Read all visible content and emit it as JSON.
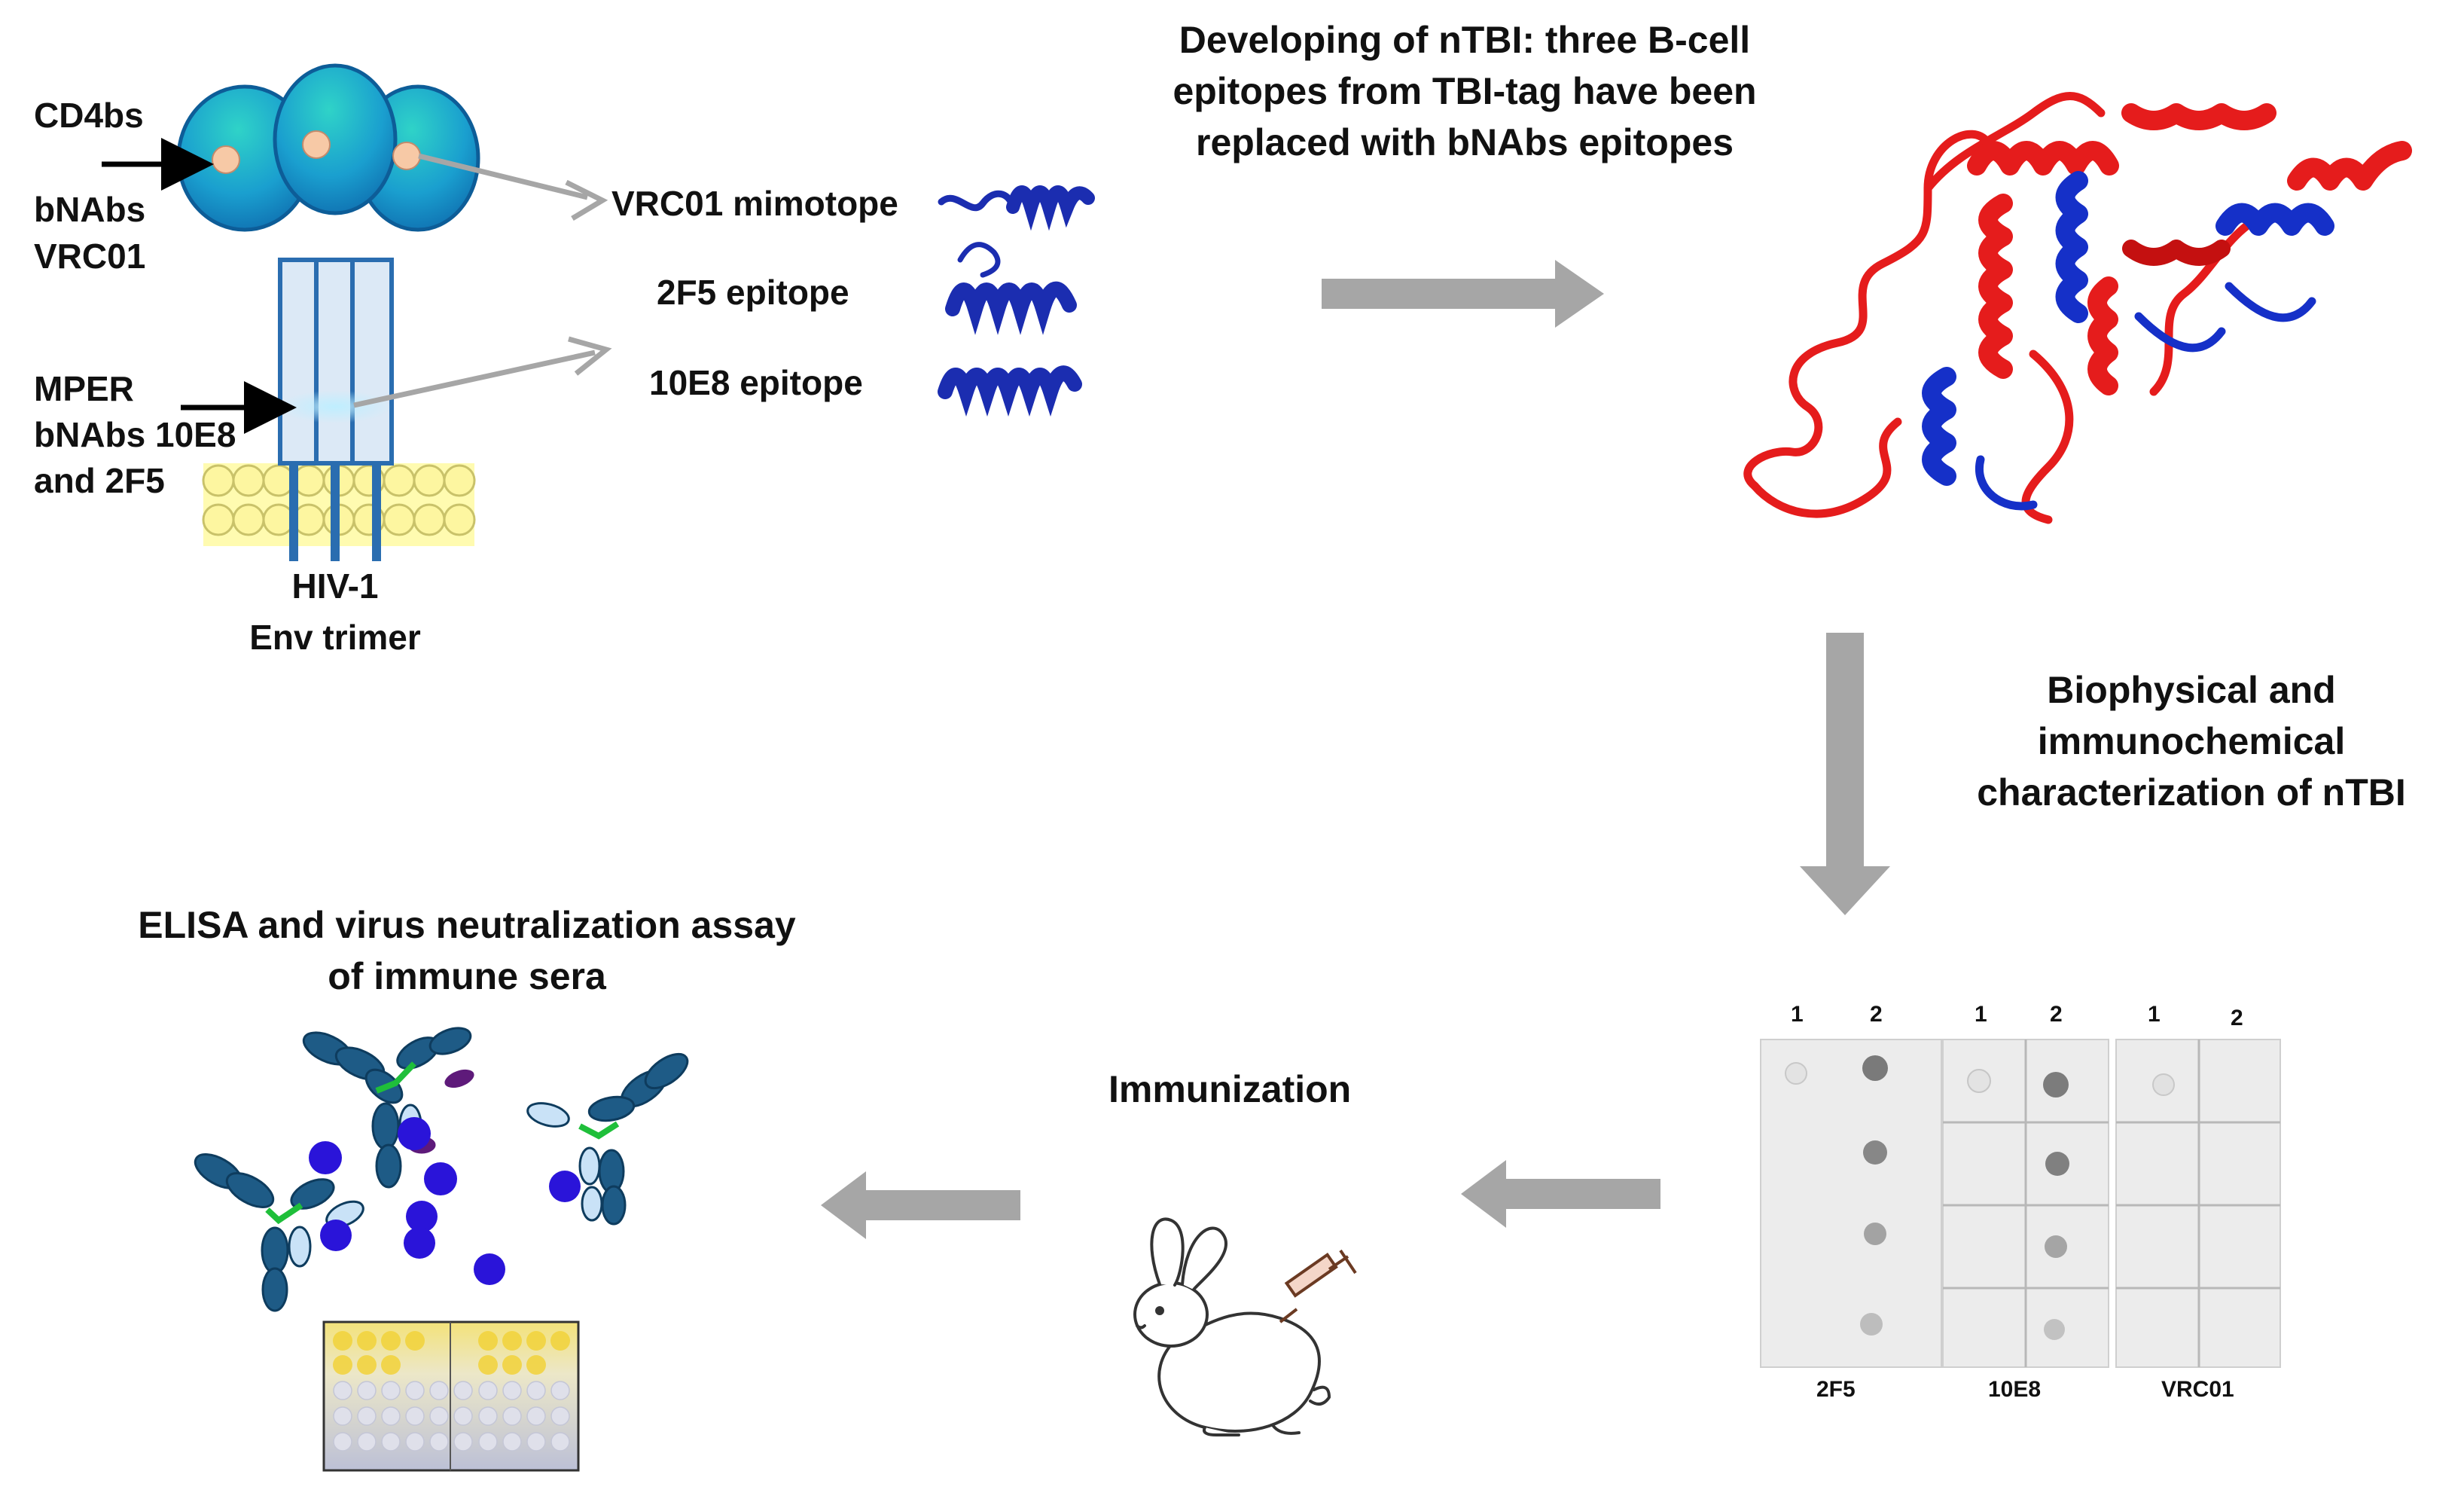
{
  "trimer": {
    "cd4bs_label": "CD4bs",
    "bnabs_label": "bNAbs",
    "vrc01_label": "VRC01",
    "mper_label": "MPER",
    "bnabs_10e8_label": "bNAbs  10E8",
    "and_2f5_label": "and 2F5",
    "hiv_label": "HIV-1",
    "env_label": "Env trimer"
  },
  "epitopes": {
    "vrc01": "VRC01 mimotope",
    "e2f5": "2F5 epitope",
    "e10e8": "10E8 epitope"
  },
  "steps": {
    "developing": [
      "Developing of nTBI: three B-cell",
      "epitopes from TBI-tag have been",
      "replaced with bNAbs epitopes"
    ],
    "biophysical": [
      "Biophysical and",
      "immunochemical",
      "characterization of nTBI"
    ],
    "immunization": "Immunization",
    "elisa": [
      "ELISA and  virus neutralization assay",
      "of immune sera"
    ]
  },
  "blots": [
    {
      "name": "2F5",
      "lanes": [
        "1",
        "2"
      ]
    },
    {
      "name": "10E8",
      "lanes": [
        "1",
        "2"
      ]
    },
    {
      "name": "VRC01",
      "lanes": [
        "1",
        "2"
      ]
    }
  ],
  "colors": {
    "arrow_gray": "#a6a6a6",
    "protein_red": "#e51c1c",
    "protein_blue": "#1530c8",
    "trimer_teal": "#1fb3c9",
    "antibody_blue": "#1e5b86",
    "antigen_purple": "#2a14d9"
  }
}
